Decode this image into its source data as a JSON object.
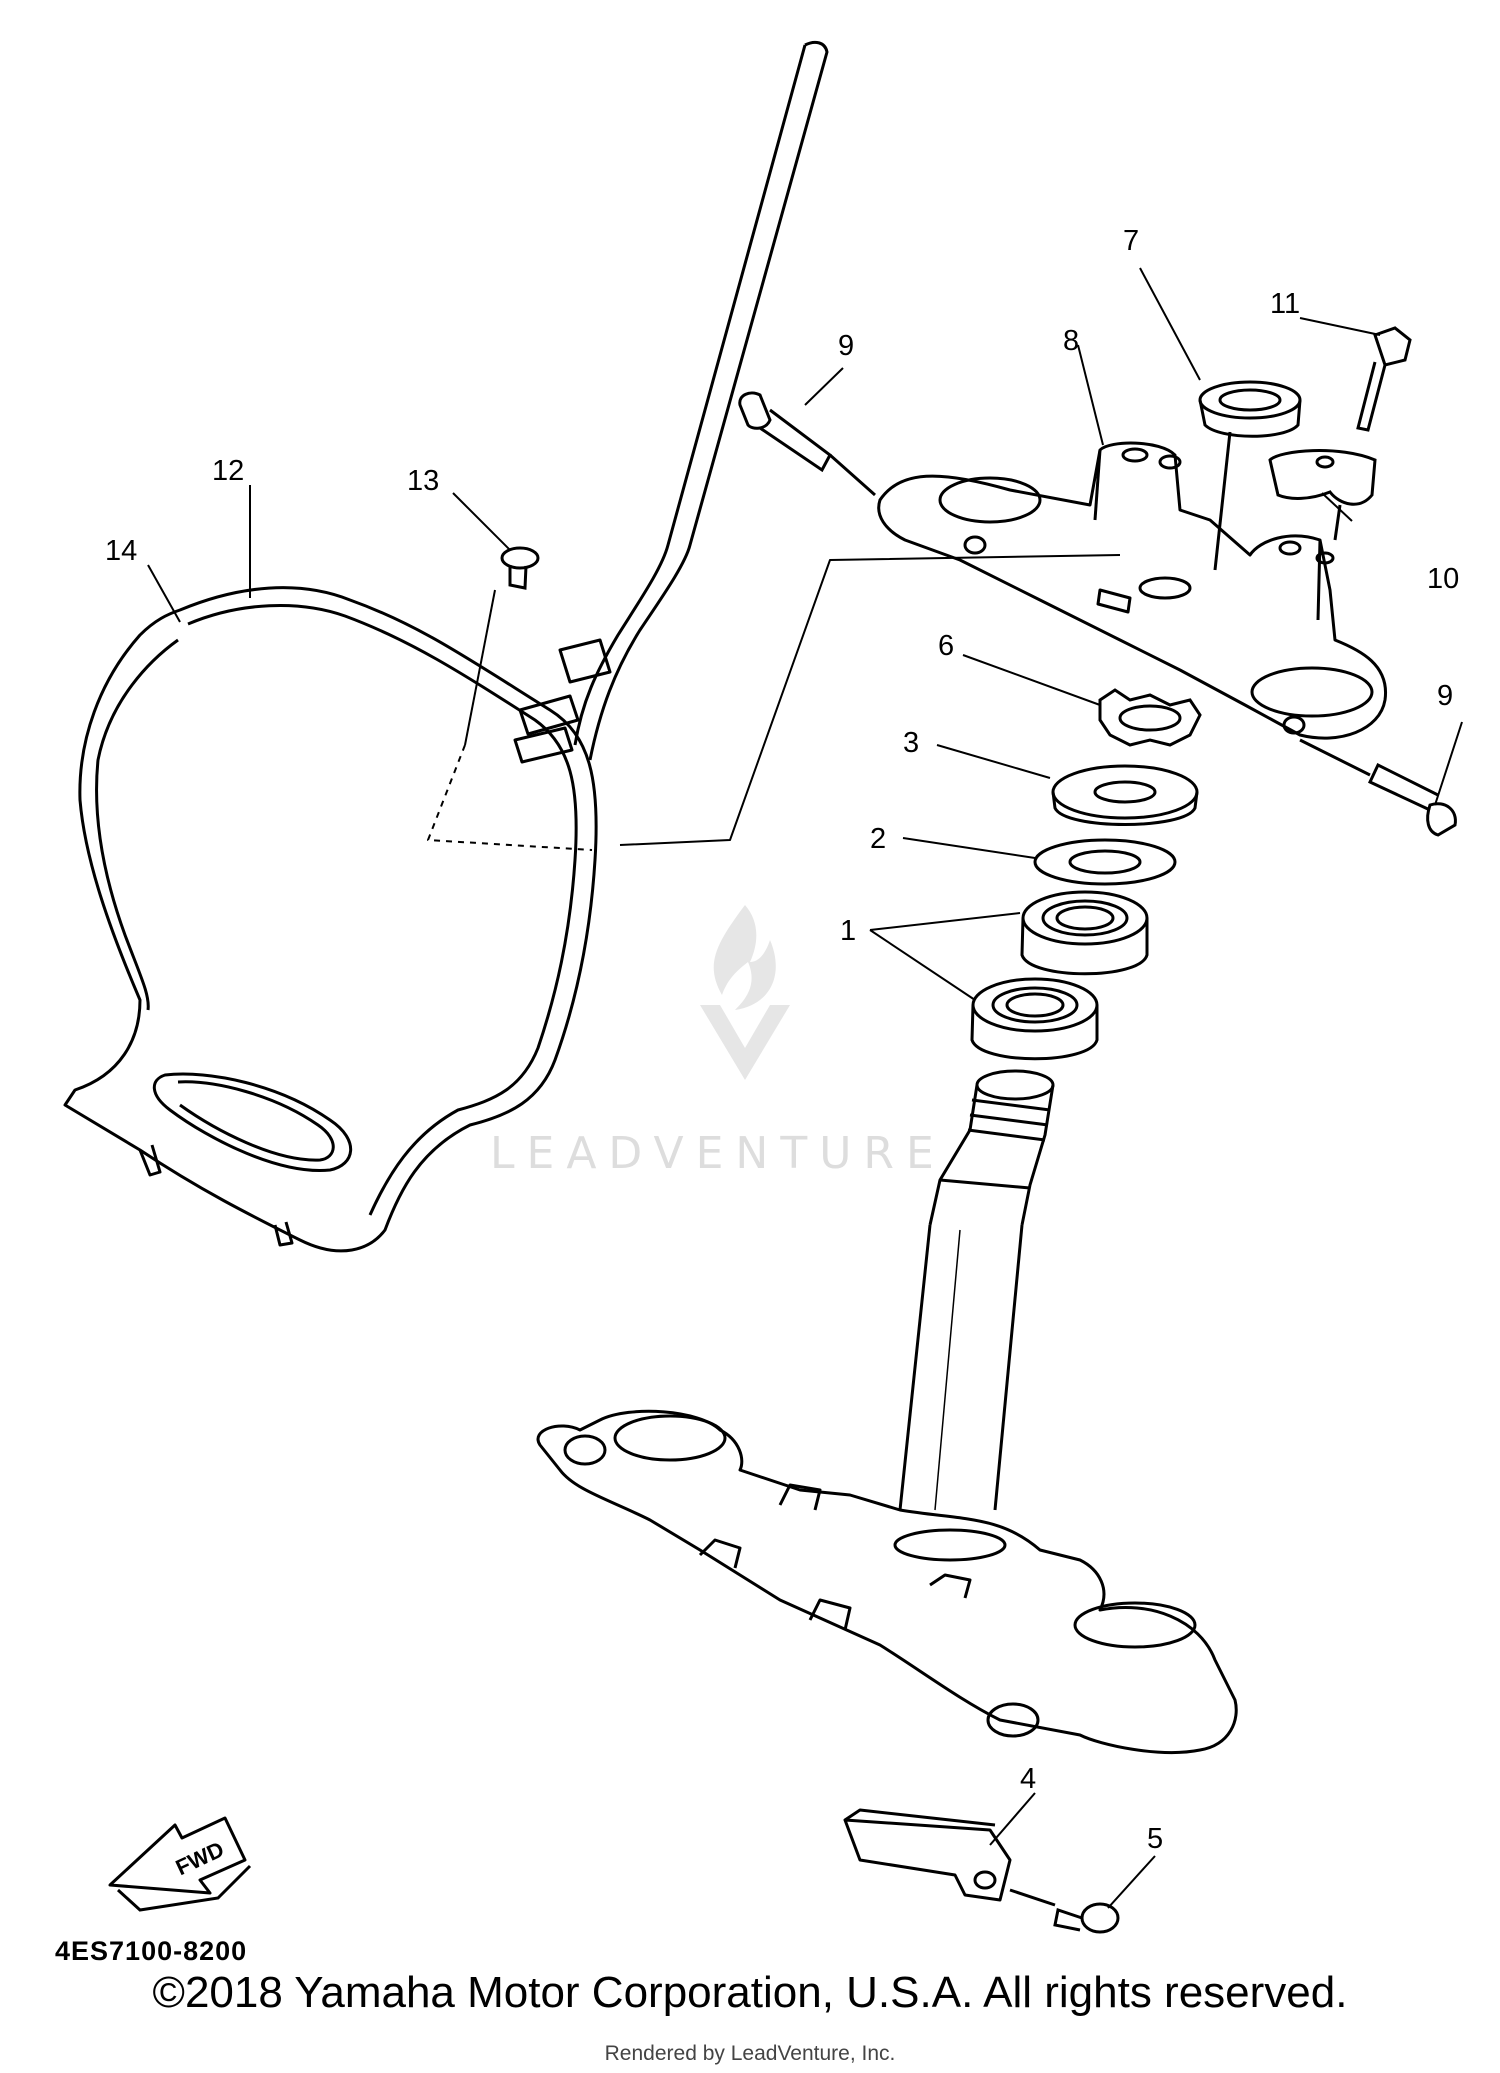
{
  "diagram": {
    "code": "4ES7100-8200",
    "fwd_label": "FWD",
    "watermark": "LEADVENTURE",
    "labels": [
      "1",
      "2",
      "3",
      "4",
      "5",
      "6",
      "7",
      "8",
      "9",
      "9",
      "10",
      "11",
      "12",
      "13",
      "14"
    ]
  },
  "footer": {
    "copyright": "©2018 Yamaha Motor Corporation, U.S.A. All rights reserved.",
    "rendered_by": "Rendered by LeadVenture, Inc."
  },
  "colors": {
    "line": "#000000",
    "watermark": "#dddddd"
  }
}
